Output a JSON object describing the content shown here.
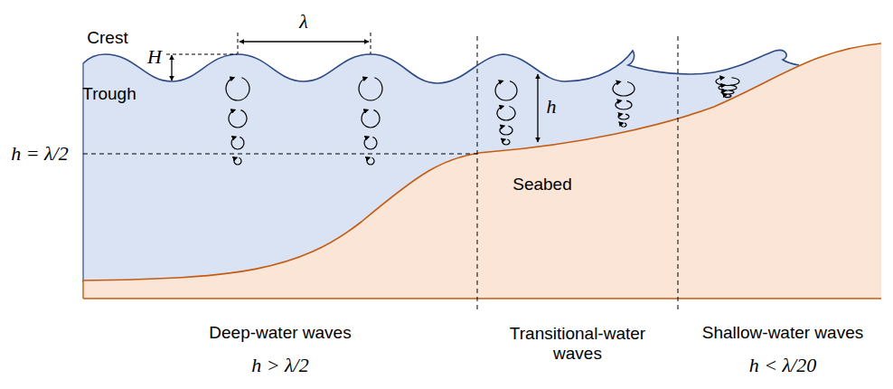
{
  "diagram": {
    "labels": [
      "Crest",
      "H",
      "λ",
      "Trough",
      "h",
      "h = λ/2",
      "Seabed",
      "Deep-water waves",
      "h > λ/2",
      "Transitional-water waves",
      "Shallow-water waves",
      "h < λ/20"
    ]
  }
}
